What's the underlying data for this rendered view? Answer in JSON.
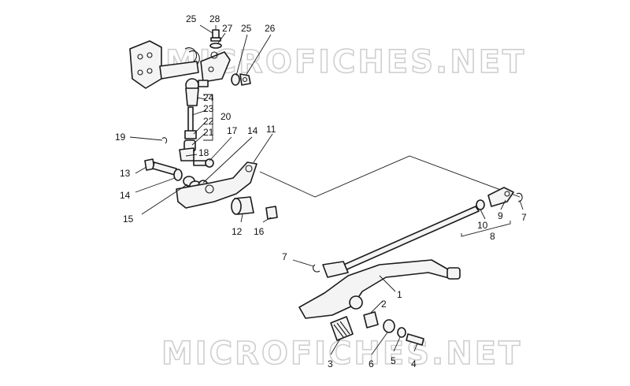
{
  "watermarks": [
    "MICROFICHES.NET",
    "MICROFICHES.NET"
  ],
  "callouts": [
    {
      "id": "c25a",
      "label": "25"
    },
    {
      "id": "c28",
      "label": "28"
    },
    {
      "id": "c27",
      "label": "27"
    },
    {
      "id": "c25b",
      "label": "25"
    },
    {
      "id": "c26",
      "label": "26"
    },
    {
      "id": "c24",
      "label": "24"
    },
    {
      "id": "c23",
      "label": "23"
    },
    {
      "id": "c20",
      "label": "20"
    },
    {
      "id": "c22",
      "label": "22"
    },
    {
      "id": "c21",
      "label": "21"
    },
    {
      "id": "c19",
      "label": "19"
    },
    {
      "id": "c17",
      "label": "17"
    },
    {
      "id": "c14a",
      "label": "14"
    },
    {
      "id": "c11",
      "label": "11"
    },
    {
      "id": "c18",
      "label": "18"
    },
    {
      "id": "c13",
      "label": "13"
    },
    {
      "id": "c14b",
      "label": "14"
    },
    {
      "id": "c15",
      "label": "15"
    },
    {
      "id": "c12",
      "label": "12"
    },
    {
      "id": "c16",
      "label": "16"
    },
    {
      "id": "c7a",
      "label": "7"
    },
    {
      "id": "c10",
      "label": "10"
    },
    {
      "id": "c9",
      "label": "9"
    },
    {
      "id": "c8",
      "label": "8"
    },
    {
      "id": "c7b",
      "label": "7"
    },
    {
      "id": "c1",
      "label": "1"
    },
    {
      "id": "c2",
      "label": "2"
    },
    {
      "id": "c3",
      "label": "3"
    },
    {
      "id": "c6",
      "label": "6"
    },
    {
      "id": "c5",
      "label": "5"
    },
    {
      "id": "c4",
      "label": "4"
    }
  ]
}
